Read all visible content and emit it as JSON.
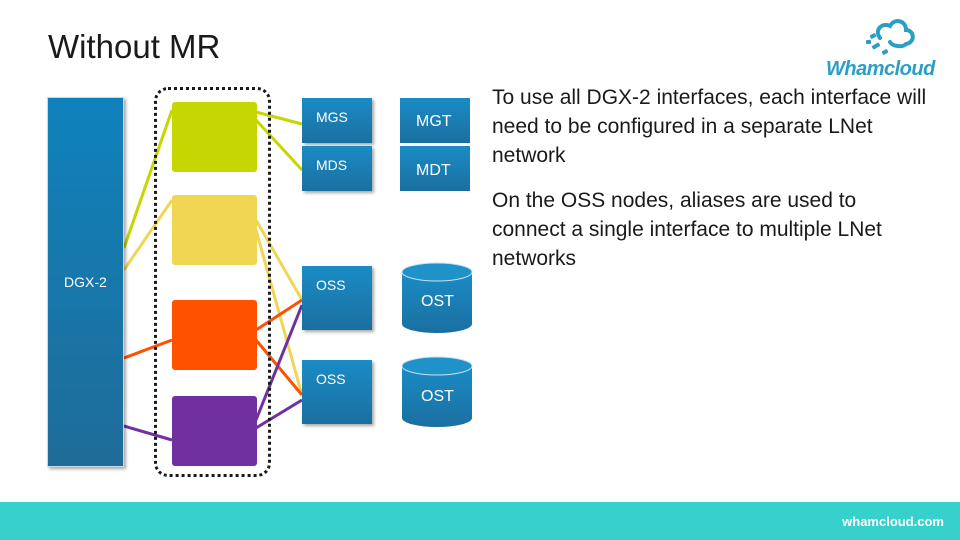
{
  "slide": {
    "title": "Without MR",
    "logo_text": "Whamcloud",
    "paragraphs": [
      "To use all DGX-2 interfaces, each interface will need to be configured in a separate LNet network",
      "On the OSS nodes, aliases are used to connect a single interface to multiple LNet networks"
    ],
    "footer_url": "whamcloud.com"
  },
  "diagram": {
    "client_label": "DGX-2",
    "interface_colors": [
      "#c6d600",
      "#f0d653",
      "#ff5100",
      "#7030a0"
    ],
    "servers": [
      {
        "label": "MGS",
        "target": "MGT"
      },
      {
        "label": "MDS",
        "target": "MDT"
      },
      {
        "label": "OSS",
        "target": "OST"
      },
      {
        "label": "OSS",
        "target": "OST"
      }
    ],
    "colors": {
      "node_blue": "#1a7fb8",
      "footer": "#36d1cc",
      "logo": "#2a9fc6"
    }
  }
}
